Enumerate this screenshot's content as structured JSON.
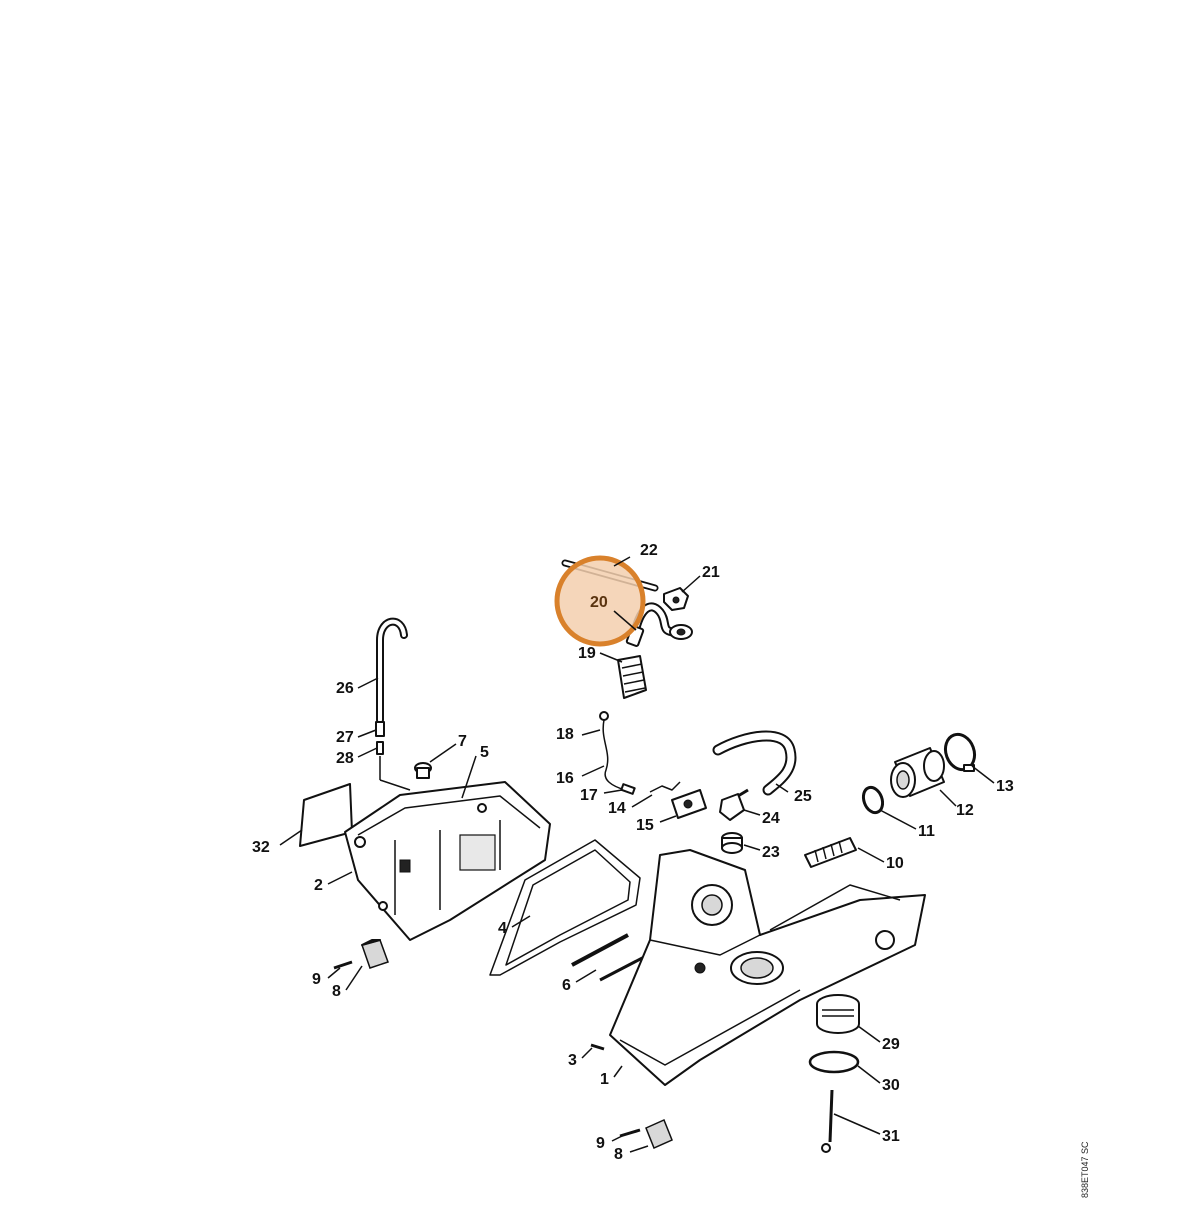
{
  "diagram": {
    "drawing_code": "838ET047 SC",
    "highlight": {
      "label": "20",
      "color": "#d9812b",
      "fill": "#f3cfae"
    },
    "callouts": [
      "1",
      "2",
      "3",
      "4",
      "5",
      "6",
      "7",
      "8",
      "9",
      "10",
      "11",
      "12",
      "13",
      "14",
      "15",
      "16",
      "17",
      "18",
      "19",
      "20",
      "21",
      "22",
      "23",
      "24",
      "25",
      "26",
      "27",
      "28",
      "29",
      "30",
      "31",
      "32"
    ]
  }
}
